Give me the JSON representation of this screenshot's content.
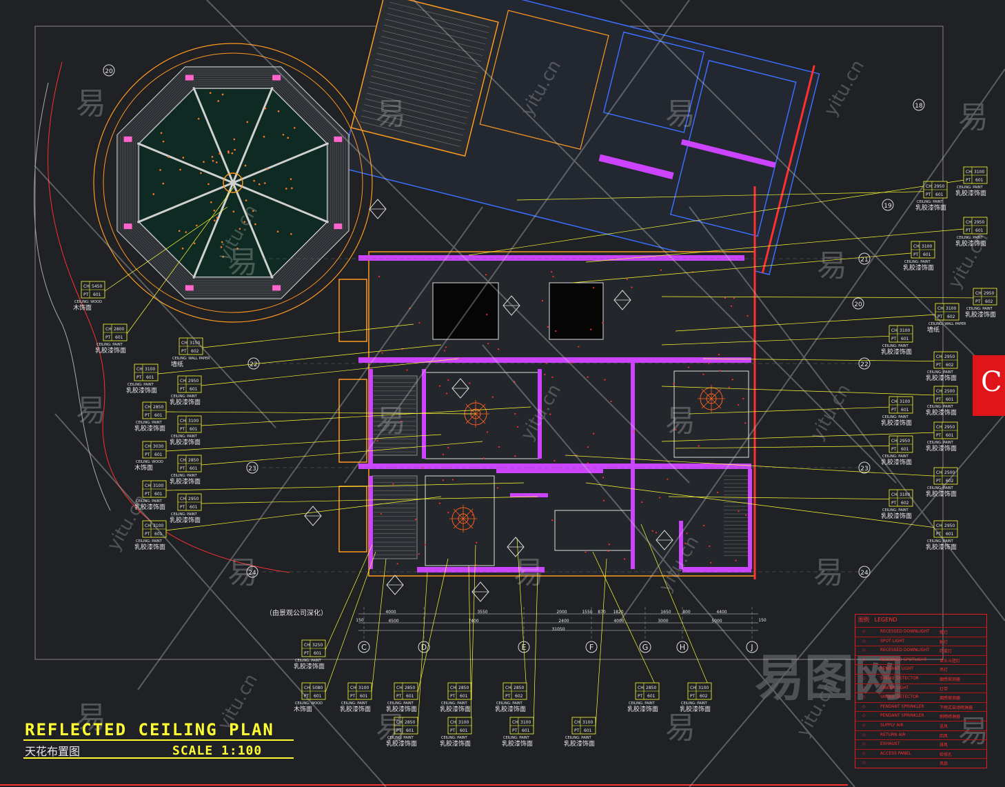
{
  "drawing": {
    "title": "REFLECTED CEILING PLAN",
    "title_cn": "天花布置图",
    "scale": "SCALE 1:100",
    "sheet_letter": "C",
    "note": "（由景观公司深化）"
  },
  "grid_letters": [
    "C",
    "D",
    "E",
    "F",
    "G",
    "H",
    "J"
  ],
  "grid_numbers": [
    "18",
    "19",
    "20",
    "21",
    "22",
    "23",
    "24"
  ],
  "dimensions": [
    "4000",
    "4500",
    "3550",
    "7400",
    "2000",
    "1550",
    "870",
    "1820",
    "4000",
    "1650",
    "800",
    "4400",
    "5000",
    "3000",
    "2400",
    "150",
    "150",
    "31050"
  ],
  "callouts": [
    {
      "ch": "5450",
      "pt": "601",
      "note": "CEILING: WOOD",
      "label": "木饰面"
    },
    {
      "ch": "2800",
      "pt": "601",
      "note": "CEILING: PAINT",
      "label": "乳胶漆饰面"
    },
    {
      "ch": "3150",
      "pt": "602",
      "note": "CEILING: WALL PAPER",
      "label": "墙纸"
    },
    {
      "ch": "3100",
      "pt": "601",
      "note": "CEILING: PAINT",
      "label": "乳胶漆饰面"
    },
    {
      "ch": "2950",
      "pt": "601",
      "note": "CEILING: PAINT",
      "label": "乳胶漆饰面"
    },
    {
      "ch": "2850",
      "pt": "601",
      "note": "CEILING: PAINT",
      "label": "乳胶漆饰面"
    },
    {
      "ch": "3100",
      "pt": "601",
      "note": "CEILING: PAINT",
      "label": "乳胶漆饰面"
    },
    {
      "ch": "3030",
      "pt": "601",
      "note": "CEILING: WOOD",
      "label": "木饰面"
    },
    {
      "ch": "2850",
      "pt": "601",
      "note": "CEILING: PAINT",
      "label": "乳胶漆饰面"
    },
    {
      "ch": "3100",
      "pt": "601",
      "note": "CEILING: PAINT",
      "label": "乳胶漆饰面"
    },
    {
      "ch": "2950",
      "pt": "601",
      "note": "CEILING: PAINT",
      "label": "乳胶漆饰面"
    },
    {
      "ch": "3100",
      "pt": "601",
      "note": "CEILING: PAINT",
      "label": "乳胶漆饰面"
    },
    {
      "ch": "3100",
      "pt": "601",
      "note": "CEILING: PAINT",
      "label": "乳胶漆饰面"
    },
    {
      "ch": "2950",
      "pt": "601",
      "note": "CEILING: PAINT",
      "label": "乳胶漆饰面"
    },
    {
      "ch": "2950",
      "pt": "601",
      "note": "CEILING: PAINT",
      "label": "乳胶漆饰面"
    },
    {
      "ch": "3100",
      "pt": "601",
      "note": "CEILING: PAINT",
      "label": "乳胶漆饰面"
    },
    {
      "ch": "2950",
      "pt": "602",
      "note": "CEILING: PAINT",
      "label": "乳胶漆饰面"
    },
    {
      "ch": "3100",
      "pt": "602",
      "note": "CEILING: WALL PAPER",
      "label": "墙纸"
    },
    {
      "ch": "3100",
      "pt": "601",
      "note": "CEILING: PAINT",
      "label": "乳胶漆饰面"
    },
    {
      "ch": "2950",
      "pt": "602",
      "note": "CEILING: PAINT",
      "label": "乳胶漆饰面"
    },
    {
      "ch": "2500",
      "pt": "601",
      "note": "CEILING: PAINT",
      "label": "乳胶漆饰面"
    },
    {
      "ch": "3100",
      "pt": "601",
      "note": "CEILING: PAINT",
      "label": "乳胶漆饰面"
    },
    {
      "ch": "2950",
      "pt": "601",
      "note": "CEILING: PAINT",
      "label": "乳胶漆饰面"
    },
    {
      "ch": "2950",
      "pt": "601",
      "note": "CEILING: PAINT",
      "label": "乳胶漆饰面"
    },
    {
      "ch": "2500",
      "pt": "602",
      "note": "CEILING: PAINT",
      "label": "乳胶漆饰面"
    },
    {
      "ch": "3100",
      "pt": "602",
      "note": "CEILING: PAINT",
      "label": "乳胶漆饰面"
    },
    {
      "ch": "2950",
      "pt": "601",
      "note": "CEILING: PAINT",
      "label": "乳胶漆饰面"
    },
    {
      "ch": "3250",
      "pt": "601",
      "note": "CEILING: PAINT",
      "label": "乳胶漆饰面"
    },
    {
      "ch": "5080",
      "pt": "601",
      "note": "CEILING: WOOD",
      "label": "木饰面"
    },
    {
      "ch": "3100",
      "pt": "601",
      "note": "CEILING: PAINT",
      "label": "乳胶漆饰面"
    },
    {
      "ch": "2850",
      "pt": "601",
      "note": "CEILING: PAINT",
      "label": "乳胶漆饰面"
    },
    {
      "ch": "2850",
      "pt": "601",
      "note": "CEILING: PAINT",
      "label": "乳胶漆饰面"
    },
    {
      "ch": "2850",
      "pt": "602",
      "note": "CEILING: PAINT",
      "label": "乳胶漆饰面"
    },
    {
      "ch": "2850",
      "pt": "601",
      "note": "CEILING: PAINT",
      "label": "乳胶漆饰面"
    },
    {
      "ch": "3100",
      "pt": "601",
      "note": "CEILING: PAINT",
      "label": "乳胶漆饰面"
    },
    {
      "ch": "3100",
      "pt": "601",
      "note": "CEILING: PAINT",
      "label": "乳胶漆饰面"
    },
    {
      "ch": "2850",
      "pt": "601",
      "note": "CEILING: PAINT",
      "label": "乳胶漆饰面"
    },
    {
      "ch": "3100",
      "pt": "602",
      "note": "CEILING: PAINT",
      "label": "乳胶漆饰面"
    },
    {
      "ch": "3100",
      "pt": "601",
      "note": "CEILING: PAINT",
      "label": "乳胶漆饰面"
    }
  ],
  "legend": {
    "title": "图例",
    "title_en": "LEGEND",
    "rows": [
      {
        "en": "RECESSED DOWNLIGHT",
        "cn": "筒灯"
      },
      {
        "en": "SPOT LIGHT",
        "cn": "射灯"
      },
      {
        "en": "RECESSED DOWNLIGHT",
        "cn": "防雾灯"
      },
      {
        "en": "RECESSED SPOTLIGHT",
        "cn": "单头斗胆灯"
      },
      {
        "en": "PENDANT LIGHT",
        "cn": "吊灯"
      },
      {
        "en": "SMOKE DETECTOR",
        "cn": "烟感探测器"
      },
      {
        "en": "LINEAR LIGHT",
        "cn": "灯带"
      },
      {
        "en": "SMOKE DETECTOR",
        "cn": "烟感探测器"
      },
      {
        "en": "PENDANT SPRINKLER",
        "cn": "下喷式自动喷淋器"
      },
      {
        "en": "PENDANT SPRINKLER",
        "cn": "侧喷喷淋器"
      },
      {
        "en": "SUPPLY AIR",
        "cn": "送风"
      },
      {
        "en": "RETURN AIR",
        "cn": "回风"
      },
      {
        "en": "EXHAUST",
        "cn": "排风"
      },
      {
        "en": "ACCESS PANEL",
        "cn": "检修孔"
      },
      {
        "en": "",
        "cn": "风扇"
      }
    ]
  },
  "watermarks": [
    "易",
    "yitu.cn",
    "易图网"
  ],
  "colors": {
    "background": "#1f2125",
    "tag_line": "#ffff33",
    "wall": "#ff3030",
    "partition": "#cc44ff",
    "dim_line": "#e8e8e8",
    "legend": "#ff3030",
    "badge": "#e0151a"
  }
}
